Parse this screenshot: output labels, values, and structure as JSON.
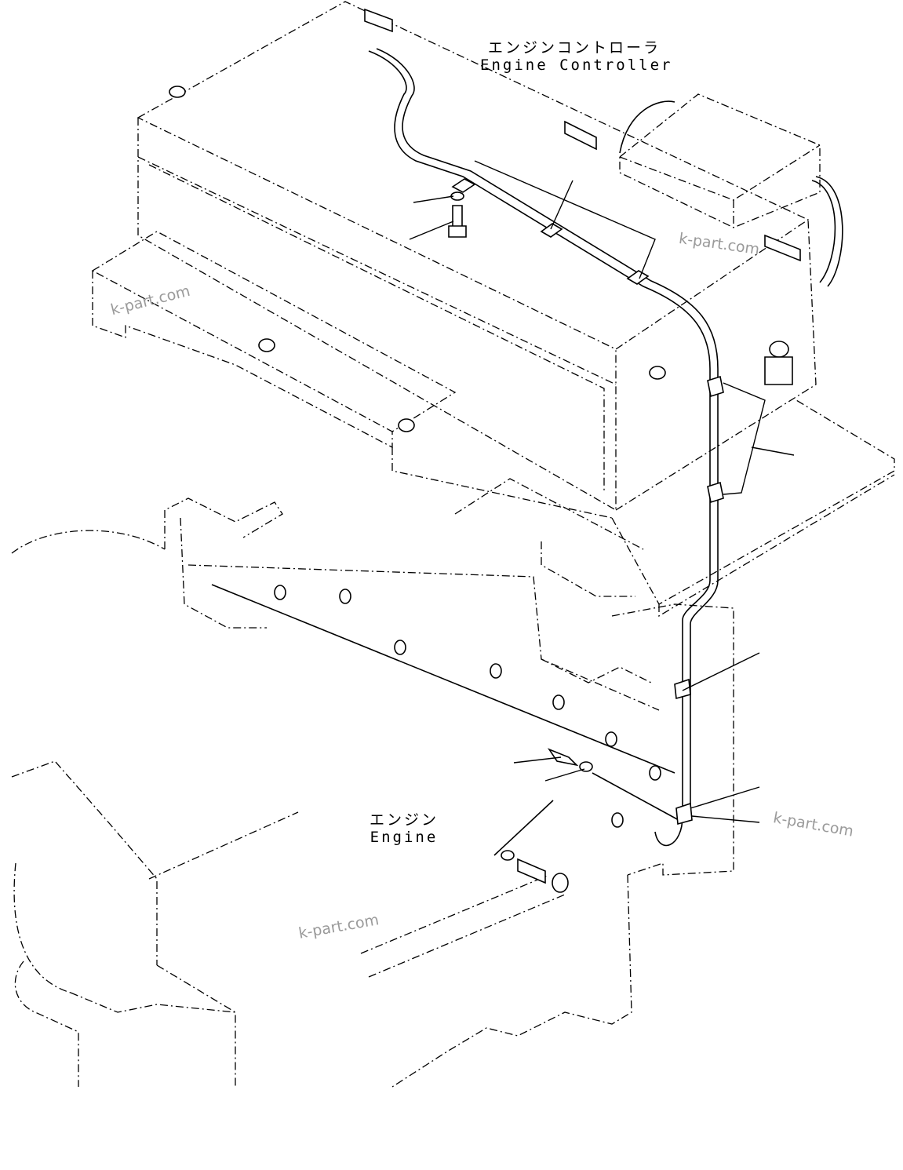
{
  "labels": {
    "engine_controller_jp": "エンジンコントローラ",
    "engine_controller_en": "Engine Controller",
    "engine_jp": "エンジン",
    "engine_en": "Engine"
  },
  "watermarks": [
    "k-part.com",
    "k-part.com",
    "k-part.com",
    "k-part.com"
  ],
  "colors": {
    "line": "#000000",
    "watermark": "#9a9a9a",
    "background": "#ffffff"
  }
}
